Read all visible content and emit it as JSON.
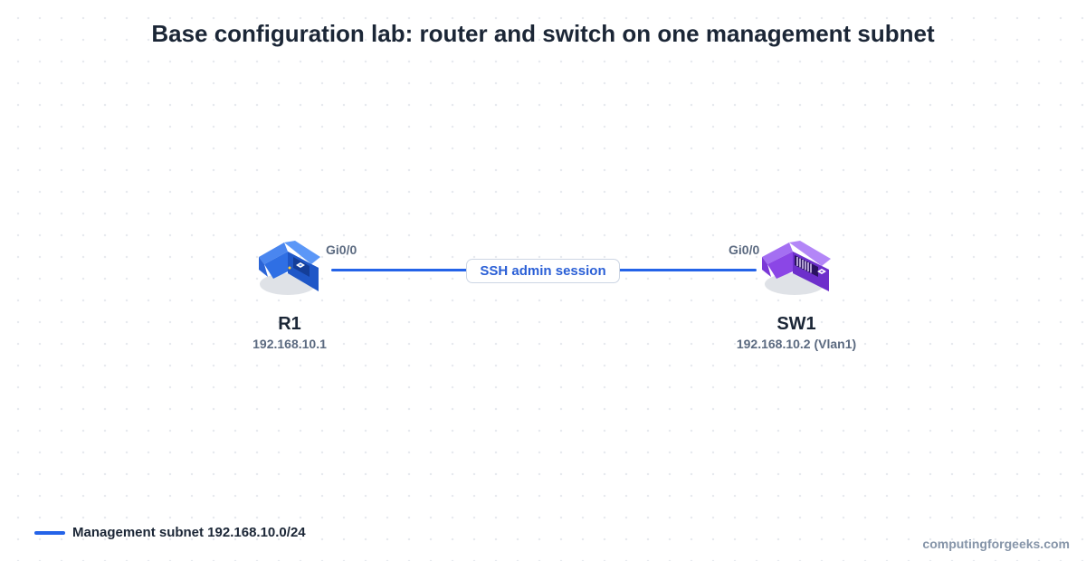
{
  "title": "Base configuration lab: router and switch on one management subnet",
  "link": {
    "label": "SSH admin session",
    "left_port": "Gi0/0",
    "right_port": "Gi0/0",
    "color": "#2463e8"
  },
  "devices": [
    {
      "name": "R1",
      "ip": "192.168.10.1",
      "icon": "router-icon",
      "color": "#2f6fe4"
    },
    {
      "name": "SW1",
      "ip": "192.168.10.2 (Vlan1)",
      "icon": "switch-icon",
      "color": "#8b46e6"
    }
  ],
  "legend": {
    "label": "Management subnet 192.168.10.0/24",
    "color": "#2463e8"
  },
  "watermark": "computingforgeeks.com"
}
